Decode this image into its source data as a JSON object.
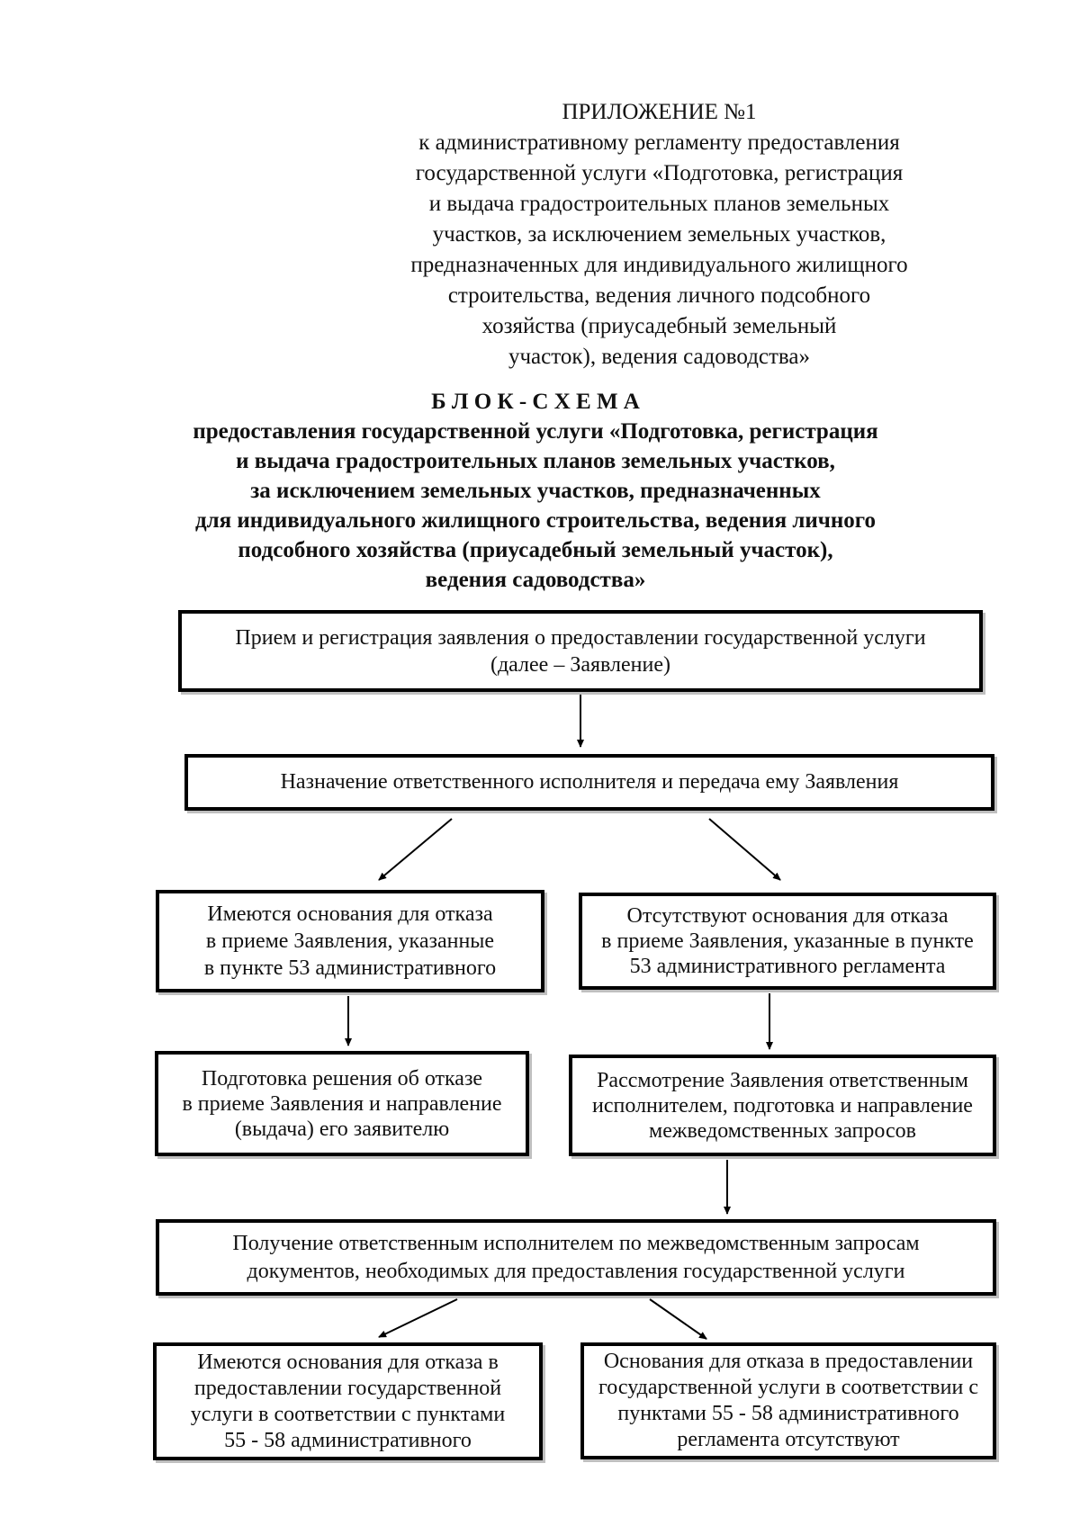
{
  "header": {
    "lines": [
      "ПРИЛОЖЕНИЕ №1",
      "к административному регламенту предоставления",
      "государственной услуги «Подготовка, регистрация",
      "и выдача градостроительных планов земельных",
      "участков, за исключением земельных участков,",
      "предназначенных для индивидуального жилищного",
      "строительства, ведения личного подсобного",
      "хозяйства (приусадебный земельный",
      "участок), ведения садоводства»"
    ]
  },
  "title": {
    "lines": [
      "Б Л О К - С Х Е М А",
      "предоставления государственной услуги «Подготовка, регистрация",
      "и выдача градостроительных планов земельных участков,",
      "за исключением земельных участков, предназначенных",
      "для индивидуального жилищного строительства, ведения личного",
      "подсобного хозяйства (приусадебный земельный участок),",
      "ведения садоводства»"
    ]
  },
  "flowchart": {
    "boxes": [
      {
        "id": "reception",
        "lines": [
          "Прием и регистрация заявления о предоставлении государственной услуги",
          "(далее – Заявление)"
        ]
      },
      {
        "id": "assign-executor",
        "lines": [
          "Назначение ответственного исполнителя и передача ему Заявления"
        ]
      },
      {
        "id": "refusal-grounds-exist",
        "lines": [
          "Имеются основания для отказа",
          "в приеме Заявления, указанные",
          "в пункте 53 административного"
        ]
      },
      {
        "id": "no-refusal-grounds",
        "lines": [
          "Отсутствуют основания для отказа",
          "в приеме Заявления, указанные в пункте",
          "53 административного регламента"
        ]
      },
      {
        "id": "prepare-refusal-decision",
        "lines": [
          "Подготовка решения об отказе",
          "в приеме Заявления и направление",
          "(выдача) его заявителю"
        ]
      },
      {
        "id": "review-and-requests",
        "lines": [
          "Рассмотрение Заявления ответственным",
          "исполнителем, подготовка и направление",
          "межведомственных запросов"
        ]
      },
      {
        "id": "receive-documents",
        "lines": [
          "Получение ответственным исполнителем по межведомственным запросам",
          "документов, необходимых для предоставления государственной услуги"
        ]
      },
      {
        "id": "service-refusal-grounds-exist",
        "lines": [
          "Имеются основания для отказа в",
          "предоставлении государственной",
          "услуги в соответствии с пунктами",
          "55 - 58 административного"
        ]
      },
      {
        "id": "no-service-refusal-grounds",
        "lines": [
          "Основания для отказа в предоставлении",
          "государственной услуги в соответствии с",
          "пунктами 55 - 58 административного",
          "регламента отсутствуют"
        ]
      }
    ],
    "connections": [
      {
        "from": "reception",
        "to": "assign-executor"
      },
      {
        "from": "assign-executor",
        "to": "refusal-grounds-exist"
      },
      {
        "from": "assign-executor",
        "to": "no-refusal-grounds"
      },
      {
        "from": "refusal-grounds-exist",
        "to": "prepare-refusal-decision"
      },
      {
        "from": "no-refusal-grounds",
        "to": "review-and-requests"
      },
      {
        "from": "review-and-requests",
        "to": "receive-documents"
      },
      {
        "from": "receive-documents",
        "to": "service-refusal-grounds-exist"
      },
      {
        "from": "receive-documents",
        "to": "no-service-refusal-grounds"
      }
    ],
    "colors": {
      "box_border": "#000000",
      "box_fill": "#ffffff",
      "text": "#111111",
      "arrow": "#000000"
    }
  }
}
